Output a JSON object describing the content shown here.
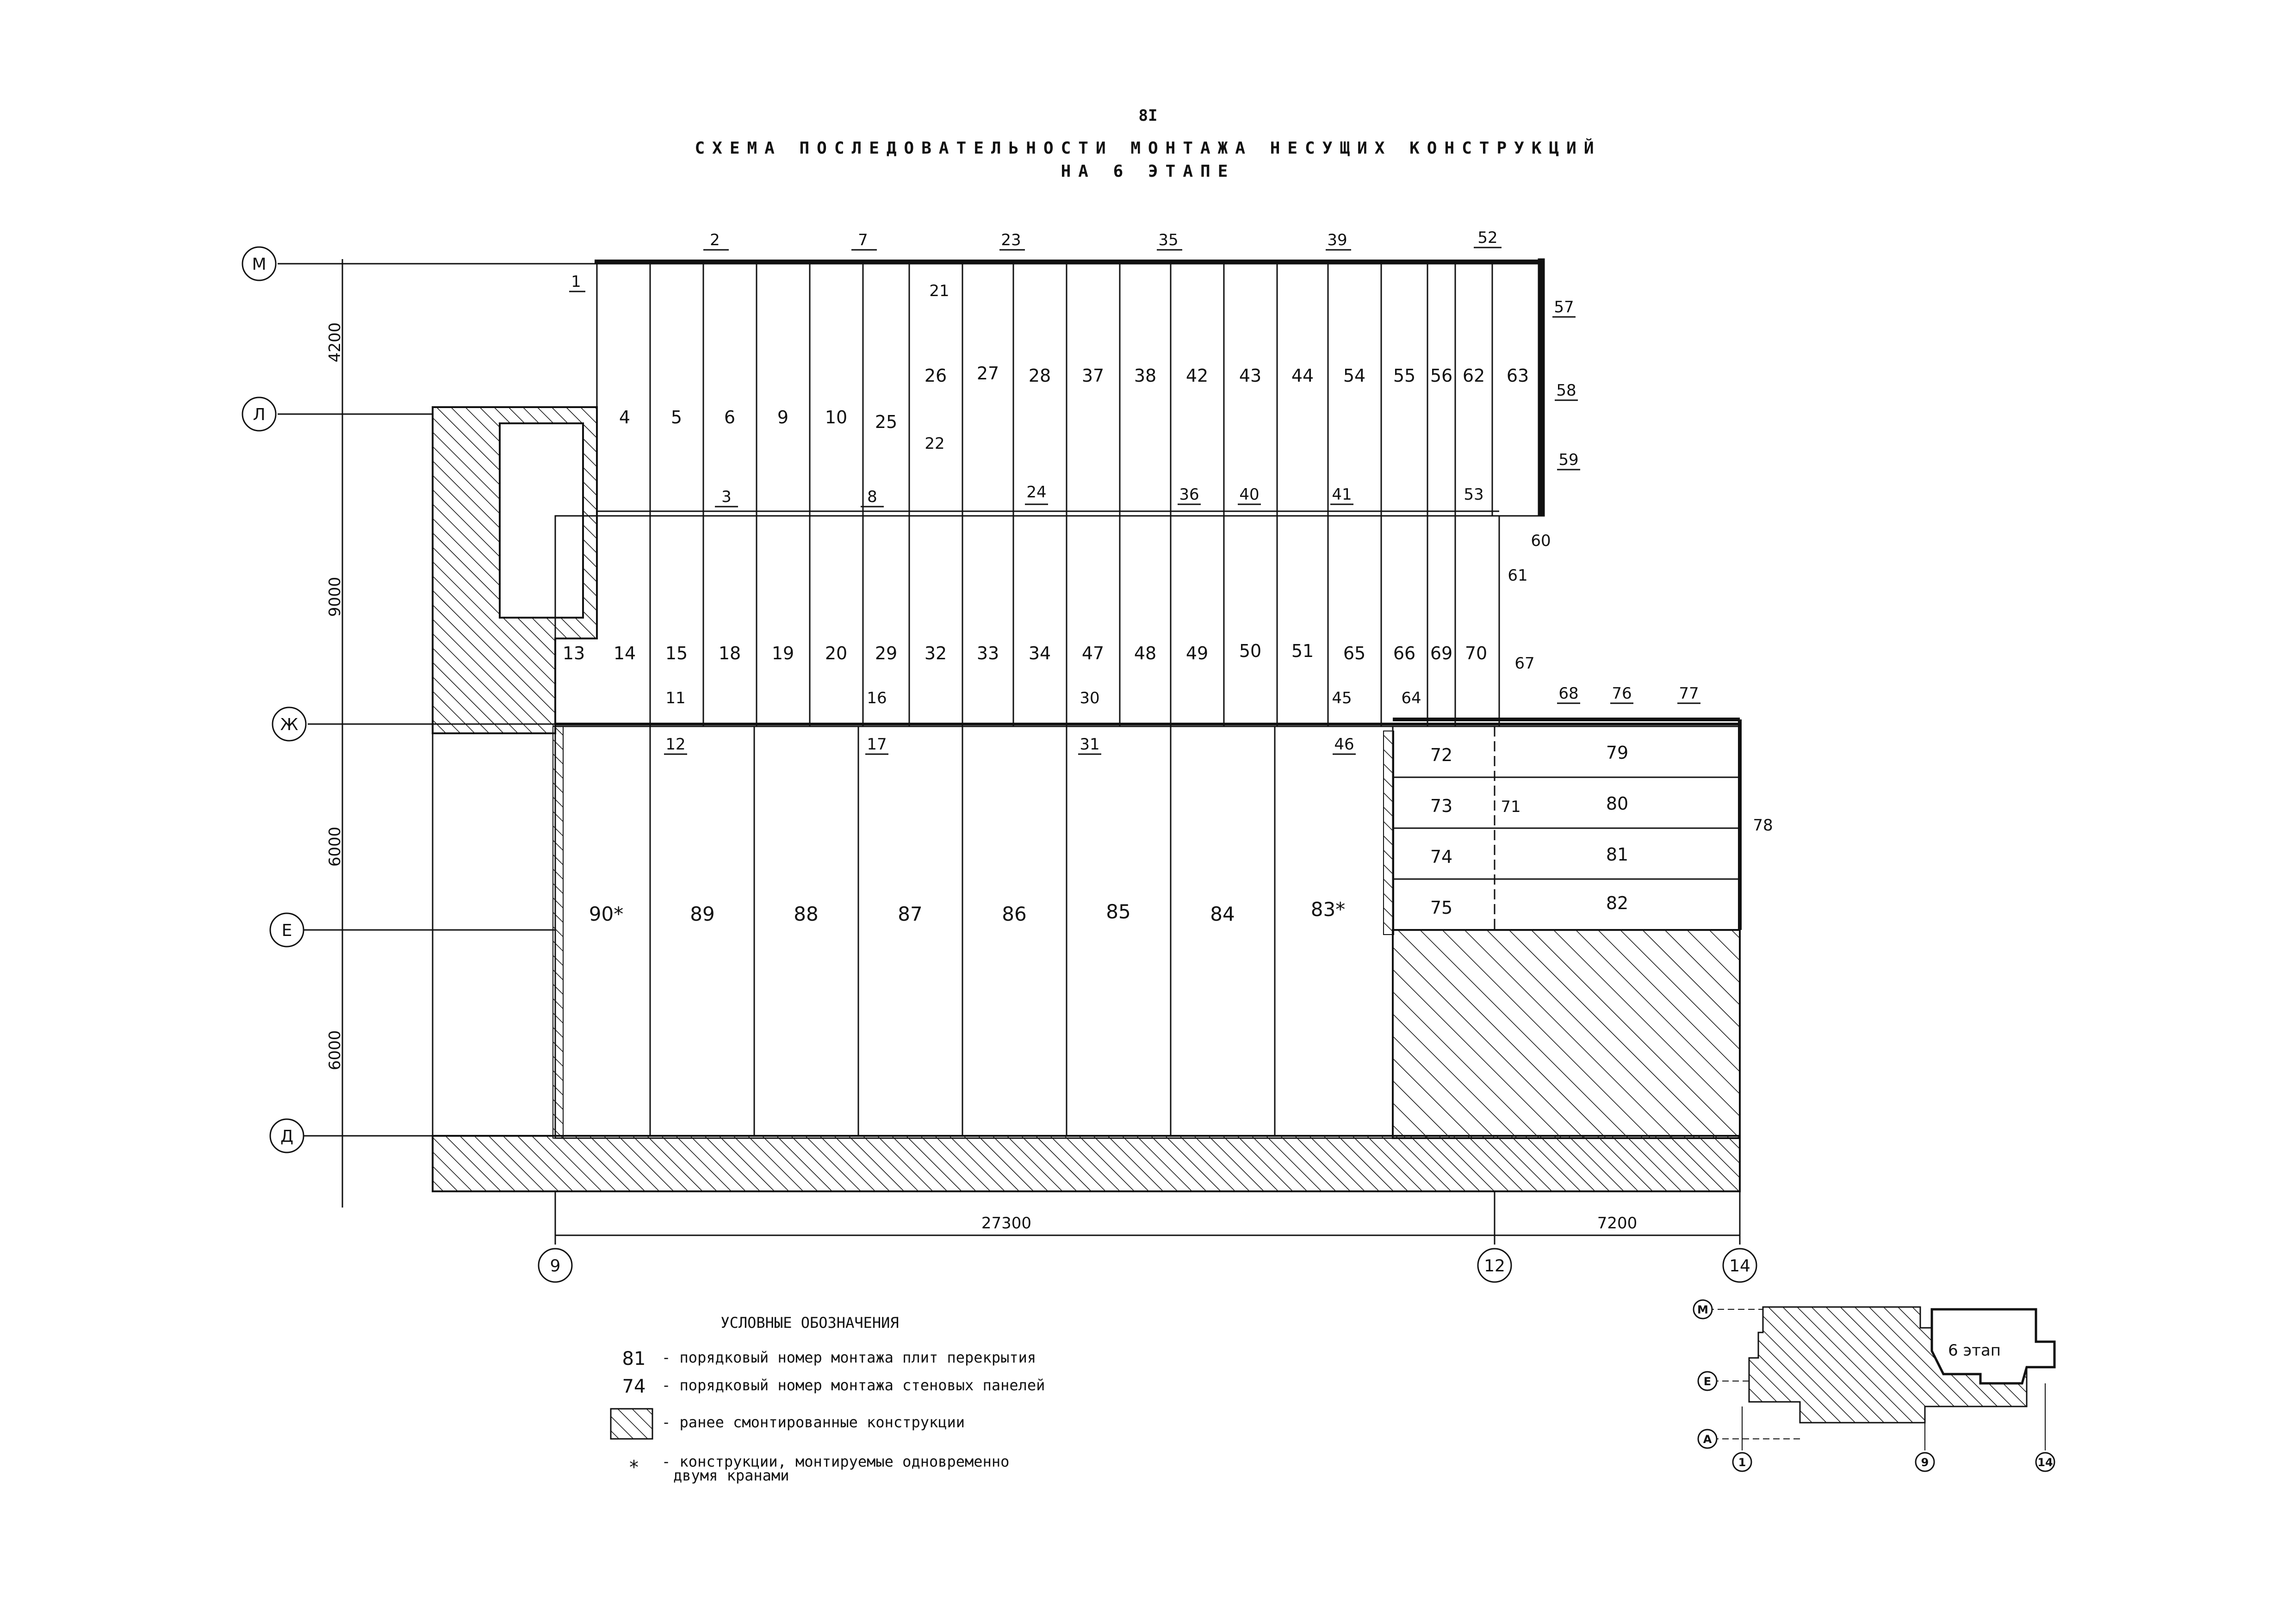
{
  "page_number": "8I",
  "title_line1": "СХЕМА ПОСЛЕДОВАТЕЛЬНОСТИ МОНТАЖА НЕСУЩИХ КОНСТРУКЦИЙ",
  "title_line2": "НА 6 ЭТАПЕ",
  "axes": {
    "rows": [
      "М",
      "Л",
      "Ж",
      "Е",
      "Д"
    ],
    "columns": [
      "9",
      "12",
      "14"
    ]
  },
  "dimensions": {
    "vertical": [
      "4200",
      "9000",
      "6000",
      "6000"
    ],
    "horizontal": [
      "27300",
      "7200"
    ]
  },
  "slabs": {
    "upper_row": [
      "4",
      "5",
      "6",
      "9",
      "10",
      "25",
      "26",
      "27",
      "28",
      "37",
      "38",
      "42",
      "43",
      "44",
      "54",
      "55",
      "56",
      "62",
      "63"
    ],
    "middle_row": [
      "13",
      "14",
      "15",
      "18",
      "19",
      "20",
      "29",
      "32",
      "33",
      "34",
      "47",
      "48",
      "49",
      "50",
      "51",
      "65",
      "66",
      "69",
      "70"
    ],
    "lower_row": [
      "90*",
      "89",
      "88",
      "87",
      "86",
      "85",
      "84",
      "83*"
    ],
    "right_left_col": [
      "72",
      "73",
      "74",
      "75"
    ],
    "right_right_col": [
      "79",
      "80",
      "81",
      "82"
    ]
  },
  "wall_panels": {
    "top_edge": [
      "2",
      "7",
      "23",
      "35",
      "39",
      "52"
    ],
    "top_corner": "1",
    "right_upper": [
      "57",
      "58",
      "59"
    ],
    "between_upper_middle": [
      "3",
      "8",
      "24",
      "36",
      "40",
      "41",
      "53"
    ],
    "upper_misc": [
      "21",
      "22"
    ],
    "step_right": [
      "60",
      "61",
      "67"
    ],
    "between_middle_lower_top": [
      "11",
      "16",
      "30",
      "45",
      "64"
    ],
    "between_middle_lower_bottom": [
      "12",
      "17",
      "31",
      "46"
    ],
    "right_top_edge": [
      "68",
      "76",
      "77"
    ],
    "right_misc": [
      "71",
      "78"
    ]
  },
  "legend": {
    "title": "УСЛОВНЫЕ ОБОЗНАЧЕНИЯ",
    "items": [
      {
        "symbol": "81",
        "text": "- порядковый номер монтажа плит перекрытия"
      },
      {
        "symbol": "74",
        "text": "- порядковый номер монтажа стеновых панелей"
      },
      {
        "symbol": "",
        "text": "- ранее смонтированные конструкции"
      },
      {
        "symbol": "*",
        "text": "- конструкции, монтируемые одновременно"
      },
      {
        "symbol": "",
        "text": "двумя кранами"
      }
    ]
  },
  "inset": {
    "stage_label": "6 этап",
    "rows": [
      "М",
      "Е",
      "А"
    ],
    "columns": [
      "1",
      "9",
      "14"
    ]
  }
}
